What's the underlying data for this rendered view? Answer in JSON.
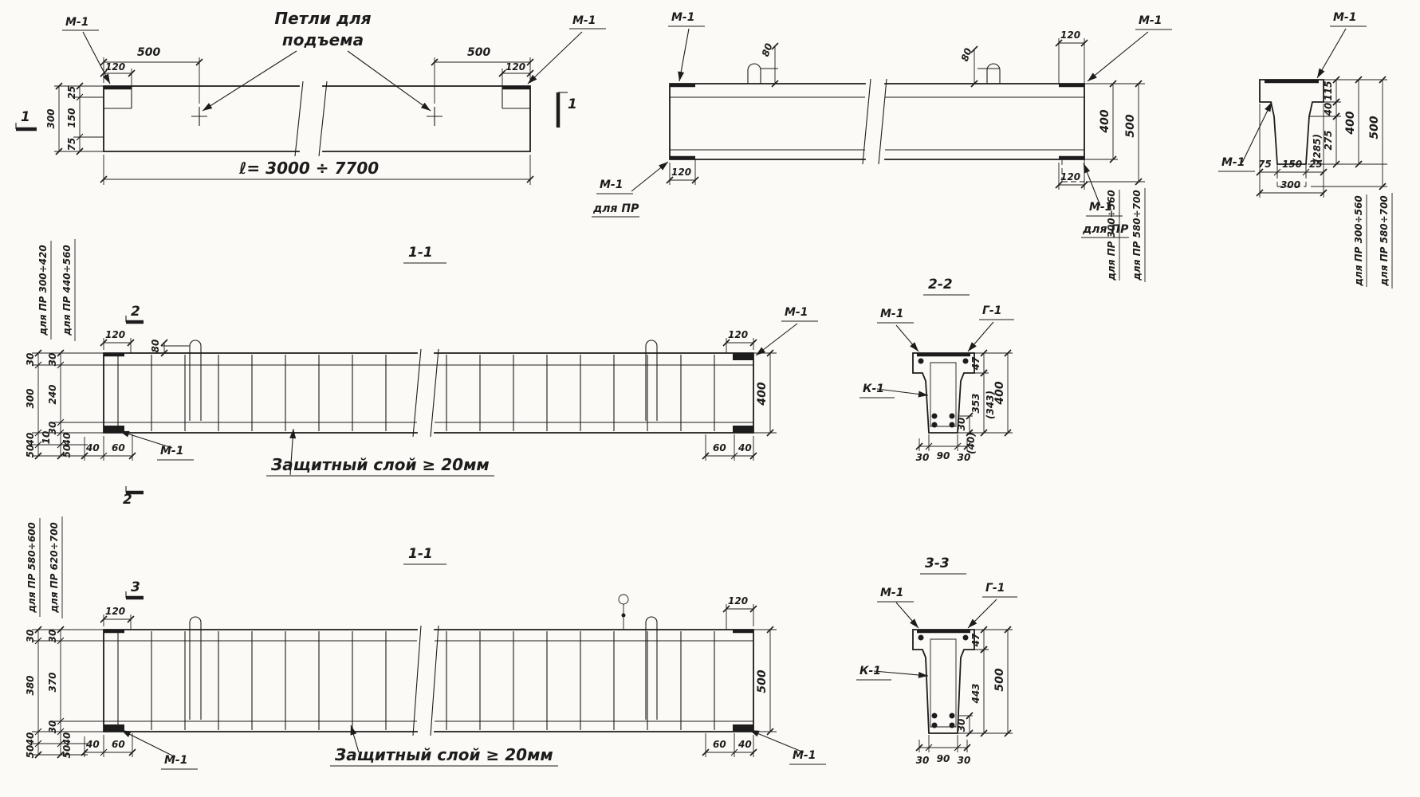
{
  "sheet": {
    "background": "#fbfaf7",
    "ink": "#1c1c1c"
  },
  "elevA": {
    "m1_left": "М-1",
    "m1_right": "М-1",
    "dim500_left": "500",
    "dim500_right": "500",
    "dim120_left": "120",
    "dim120_right": "120",
    "loops_label_line1": "Петли для",
    "loops_label_line2": "подъема",
    "dim25": "25",
    "dim150": "150",
    "dim75": "75",
    "dim300": "300",
    "length": "ℓ= 3000 ÷ 7700",
    "mark_left": "1",
    "mark_right": "1"
  },
  "elevB": {
    "m1_top_left": "М-1",
    "m1_top_right": "М-1",
    "m1_bottom_left": "М-1",
    "m1_bottom_right": "М-1",
    "pr_bottom_left": "для ПР",
    "pr_bottom_right": "для ПР",
    "dim80_first": "80",
    "dim80_second": "80",
    "dim120_top_right": "120",
    "dim120_bottom_left": "120",
    "dim120_bottom_right": "120",
    "dim400": "400",
    "dim500": "500",
    "range400": "для ПР 300÷560",
    "range500": "для ПР 580÷700"
  },
  "secC": {
    "m1_top": "М-1",
    "m1_left": "М-1",
    "dim115": "115",
    "dim40": "40",
    "dim275": "275",
    "dim285": "(285)",
    "dim400": "400",
    "dim500": "500",
    "range400": "для ПР 300÷560",
    "range500": "для ПР 580÷700",
    "dim75": "75",
    "dim150": "150",
    "dim25": "25",
    "dim300": "300"
  },
  "sec11a": {
    "title": "1-1",
    "range1": "для ПР 300÷420",
    "range2": "для ПР 440÷560",
    "mark_top": "2",
    "mark_bottom": "2",
    "dim120_left": "120",
    "dim80": "80",
    "dim120_right": "120",
    "m1_top_right": "М-1",
    "m1_bottom_left": "М-1",
    "cover_note": "Защитный слой ≥ 20мм",
    "dim400": "400",
    "left_30a": "30",
    "left_300": "300",
    "left_40a": "40",
    "left_50a": "50",
    "left_10": "10",
    "left_30b": "30",
    "left_240": "240",
    "left_30c": "30",
    "left_40b": "40",
    "left_50b": "50",
    "bottom_left_40": "40",
    "bottom_left_60": "60",
    "bottom_right_60": "60",
    "bottom_right_40": "40"
  },
  "sec22": {
    "title": "2-2",
    "m1": "М-1",
    "g1": "Г-1",
    "k1": "К-1",
    "dim47": "47",
    "dim353": "353",
    "dim343": "(343)",
    "dim400": "400",
    "dim30": "30",
    "dim40p": "(40)",
    "bottom_30a": "30",
    "bottom_90": "90",
    "bottom_30b": "30"
  },
  "sec11b": {
    "title": "1-1",
    "range1": "для ПР 580÷600",
    "range2": "для ПР 620÷700",
    "mark_top": "3",
    "dim120_left": "120",
    "dim120_right": "120",
    "m1_bottom_left": "М-1",
    "m1_bottom_right": "М-1",
    "cover_note": "Защитный слой ≥ 20мм",
    "dim500": "500",
    "left_30a": "30",
    "left_380": "380",
    "left_40a": "40",
    "left_50a": "50",
    "left_30b": "30",
    "left_370": "370",
    "left_30c": "30",
    "left_40b": "40",
    "left_50b": "50",
    "bottom_left_40": "40",
    "bottom_left_60": "60",
    "bottom_right_60": "60",
    "bottom_right_40": "40"
  },
  "sec33": {
    "title": "3-3",
    "m1": "М-1",
    "g1": "Г-1",
    "k1": "К-1",
    "dim47": "47",
    "dim443": "443",
    "dim500": "500",
    "dim30": "30",
    "bottom_30a": "30",
    "bottom_90": "90",
    "bottom_30b": "30"
  }
}
